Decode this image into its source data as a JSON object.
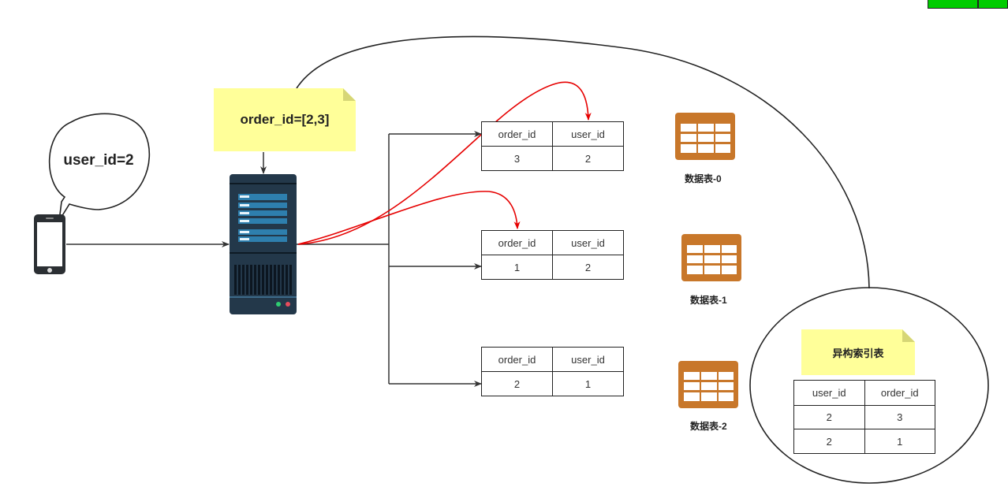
{
  "user_bubble": {
    "text": "user_id=2"
  },
  "order_note": {
    "text": "order_id=[2,3]"
  },
  "tables": [
    {
      "headers": [
        "order_id",
        "user_id"
      ],
      "row": [
        "3",
        "2"
      ],
      "label": "数据表-0"
    },
    {
      "headers": [
        "order_id",
        "user_id"
      ],
      "row": [
        "1",
        "2"
      ],
      "label": "数据表-1"
    },
    {
      "headers": [
        "order_id",
        "user_id"
      ],
      "row": [
        "2",
        "1"
      ],
      "label": "数据表-2"
    }
  ],
  "index_table": {
    "title": "异构索引表",
    "headers": [
      "user_id",
      "order_id"
    ],
    "rows": [
      [
        "2",
        "3"
      ],
      [
        "2",
        "1"
      ]
    ]
  },
  "colors": {
    "note_yellow": "#ffff99",
    "highlight_arrow": "#e60000",
    "server_dark": "#23384a",
    "table_icon": "#c8772a",
    "top_widget": "#00cc00"
  }
}
